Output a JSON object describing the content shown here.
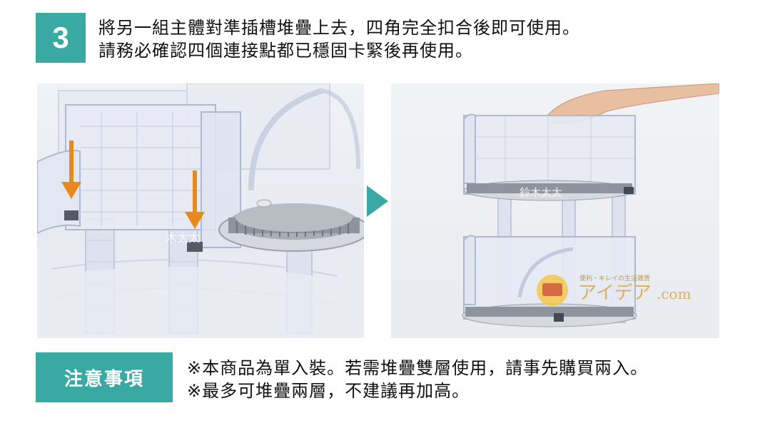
{
  "step": {
    "number": "3",
    "lines": [
      "將另一組主體對準插槽堆疊上去，四角完全扣合後即可使用。",
      "請務必確認四個連接點都已穩固卡緊後再使用。"
    ]
  },
  "photos": {
    "left_watermark": "木太太",
    "right_watermark": "鈴木太太",
    "brand_tagline": "便利・キレイの生活雑貨",
    "brand_name": "アイデア",
    "brand_domain": ".com"
  },
  "notes": {
    "label": "注意事項",
    "lines": [
      "※本商品為單入裝。若需堆疊雙層使用，請事先購買兩入。",
      "※最多可堆疊兩層，不建議再加高。"
    ]
  },
  "colors": {
    "accent": "#3aa9a3",
    "arrow": "#e8891e"
  }
}
